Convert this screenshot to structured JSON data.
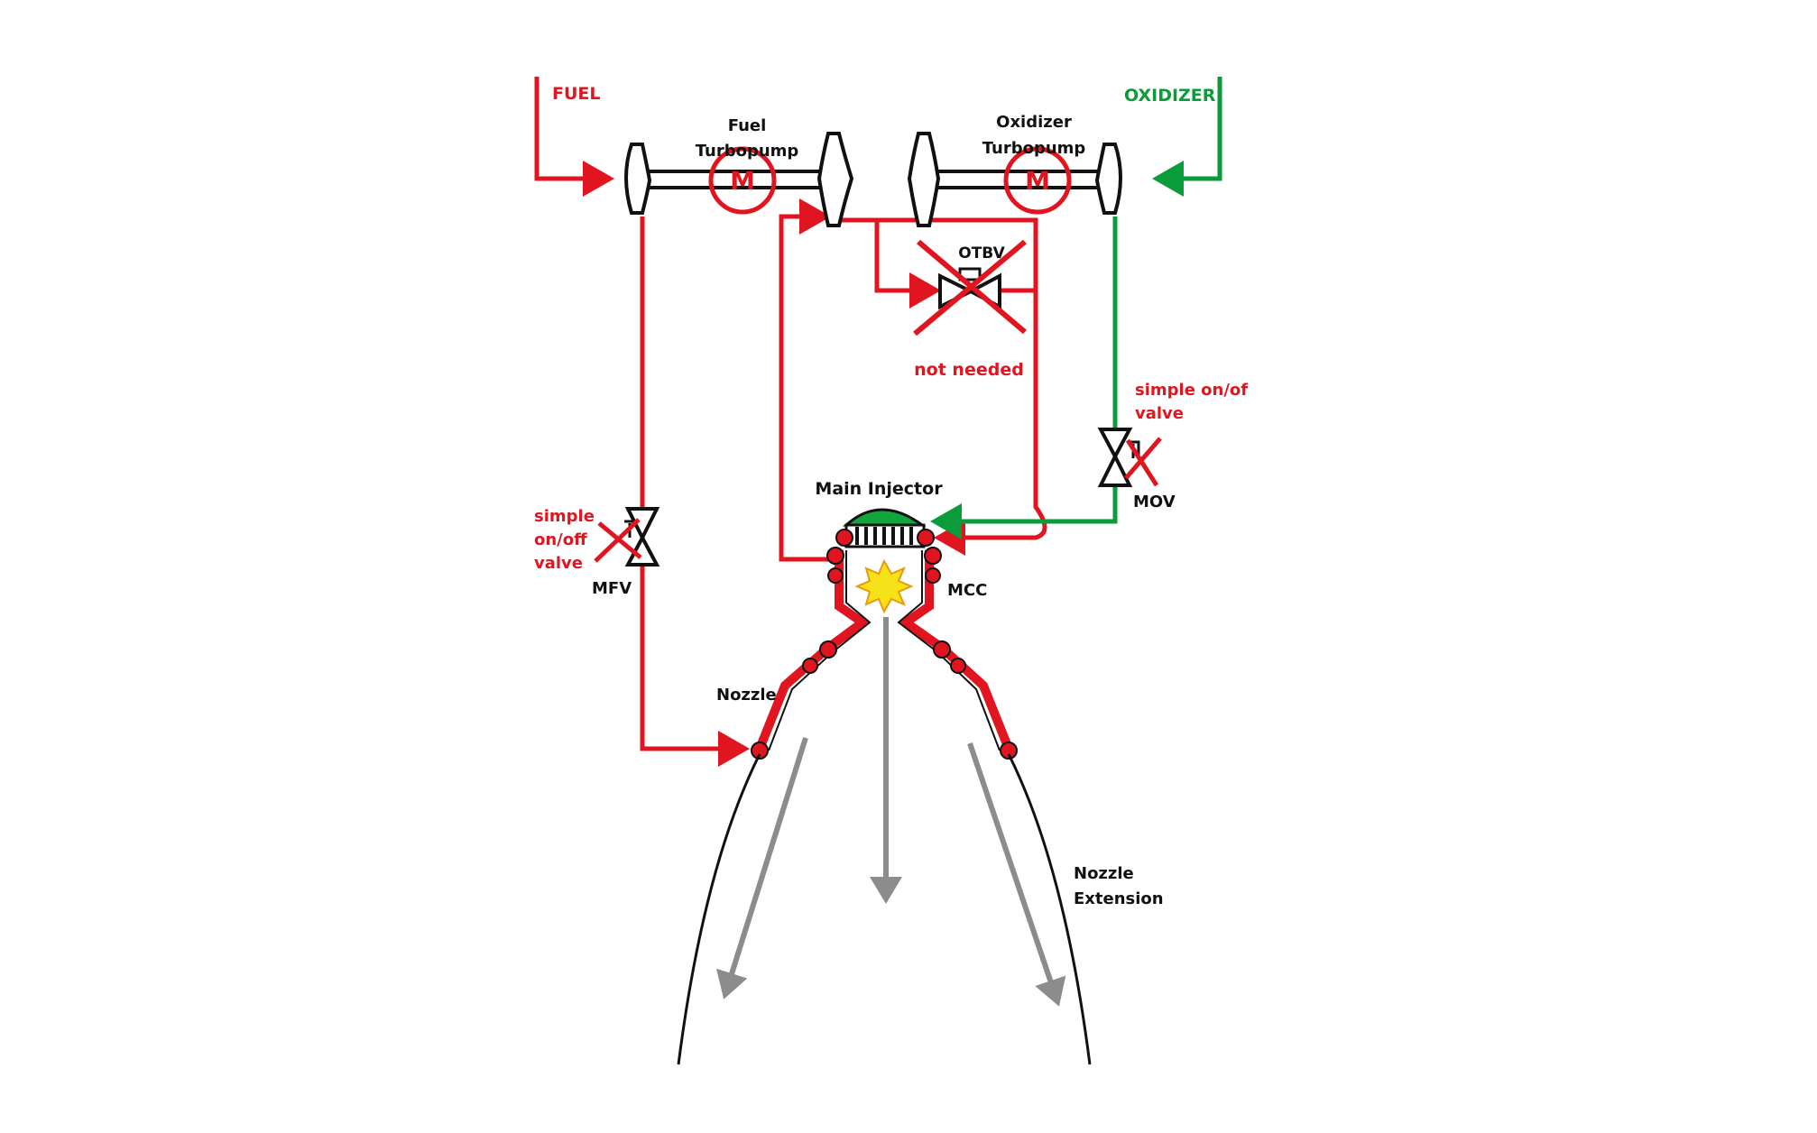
{
  "colors": {
    "fuel": "#e0151f",
    "oxidizer": "#0a9b3a",
    "outline": "#111111",
    "exhaust": "#8c8c8c",
    "injector_dome": "#13a53d",
    "flame": "#f7e21a"
  },
  "labels": {
    "fuel": "FUEL",
    "oxidizer": "OXIDIZER",
    "fuel_pump_line1": "Fuel",
    "fuel_pump_line2": "Turbopump",
    "ox_pump_line1": "Oxidizer",
    "ox_pump_line2": "Turbopump",
    "motor": "M",
    "otbv": "OTBV",
    "not_needed": "not needed",
    "mov_note_line1": "simple on/of",
    "mov_note_line2": "valve",
    "mov": "MOV",
    "mfv_note_line1": "simple",
    "mfv_note_line2": "on/off",
    "mfv_note_line3": "valve",
    "mfv": "MFV",
    "main_injector": "Main Injector",
    "mcc": "MCC",
    "nozzle": "Nozzle",
    "nozzle_ext_line1": "Nozzle",
    "nozzle_ext_line2": "Extension"
  }
}
